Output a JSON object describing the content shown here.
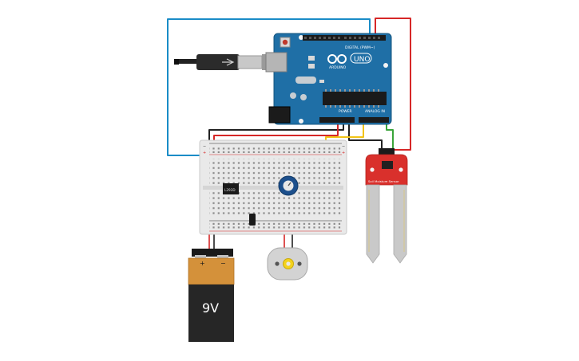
{
  "arduino": {
    "brand": "ARDUINO",
    "model": "UNO",
    "digital_label": "DIGITAL (PWM~)",
    "power_label": "POWER",
    "analog_label": "ANALOG IN",
    "board_color": "#1f6fa6"
  },
  "breadboard": {
    "ic_label": "L293D"
  },
  "battery": {
    "voltage_label": "9V",
    "plus_sign": "+",
    "minus_sign": "−"
  },
  "sensor": {
    "label": "Soil Moisture Sensor",
    "board_color": "#d9302c"
  },
  "wires": {
    "colors": {
      "usb": "#1a8cc7",
      "power_red": "#d62727",
      "ground_black": "#222222",
      "signal_yellow": "#f2c417",
      "signal_green": "#3aa53a",
      "signal_orange": "#e88a1a"
    }
  }
}
